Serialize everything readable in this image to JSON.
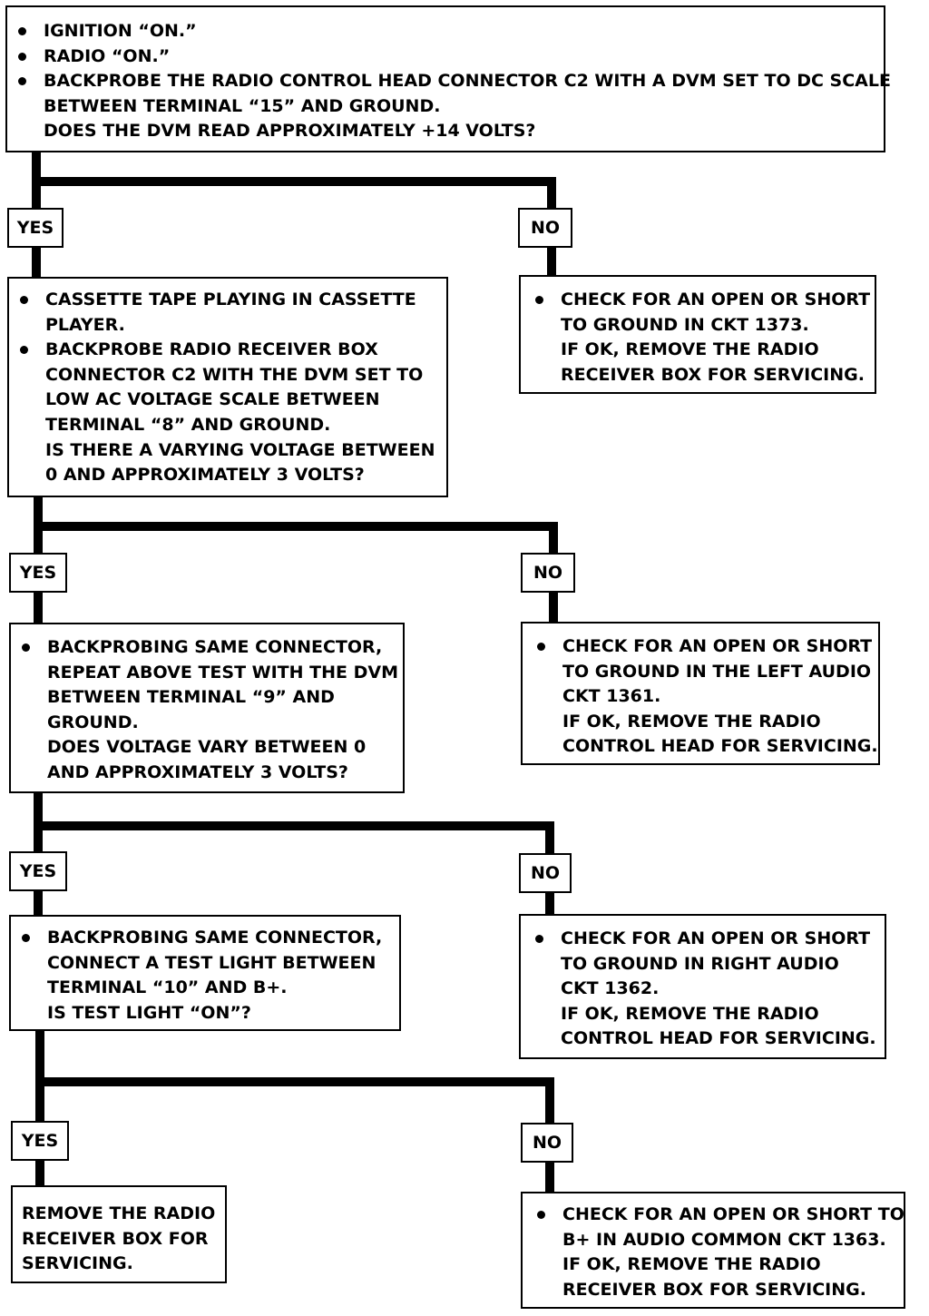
{
  "flowchart": {
    "box1": {
      "lines": [
        {
          "text": "IGNITION “ON.”",
          "bullet": true
        },
        {
          "text": "RADIO “ON.”",
          "bullet": true
        },
        {
          "text": "BACKPROBE THE RADIO CONTROL HEAD CONNECTOR C2 WITH A DVM SET TO DC SCALE",
          "bullet": true
        },
        {
          "text": "BETWEEN TERMINAL “15” AND GROUND.",
          "bullet": false
        },
        {
          "text": "DOES THE DVM READ APPROXIMATELY  +14 VOLTS?",
          "bullet": false
        }
      ]
    },
    "box2": {
      "lines": [
        {
          "text": "CASSETTE TAPE PLAYING IN CASSETTE",
          "bullet": true
        },
        {
          "text": "PLAYER.",
          "bullet": false
        },
        {
          "text": "BACKPROBE RADIO RECEIVER BOX",
          "bullet": true
        },
        {
          "text": "CONNECTOR C2 WITH THE DVM SET TO",
          "bullet": false
        },
        {
          "text": "LOW AC VOLTAGE SCALE BETWEEN",
          "bullet": false
        },
        {
          "text": "TERMINAL “8” AND GROUND.",
          "bullet": false
        },
        {
          "text": "IS THERE A VARYING VOLTAGE BETWEEN",
          "bullet": false
        },
        {
          "text": "0 AND APPROXIMATELY 3 VOLTS?",
          "bullet": false
        }
      ]
    },
    "no1": {
      "lines": [
        {
          "text": "CHECK FOR AN OPEN OR SHORT",
          "bullet": true
        },
        {
          "text": "TO GROUND IN CKT 1373.",
          "bullet": false
        },
        {
          "text": "IF OK, REMOVE THE RADIO",
          "bullet": false
        },
        {
          "text": "RECEIVER BOX FOR SERVICING.",
          "bullet": false
        }
      ]
    },
    "box3": {
      "lines": [
        {
          "text": "BACKPROBING SAME CONNECTOR,",
          "bullet": true
        },
        {
          "text": "REPEAT ABOVE TEST WITH THE DVM",
          "bullet": false
        },
        {
          "text": "BETWEEN TERMINAL “9” AND",
          "bullet": false
        },
        {
          "text": "GROUND.",
          "bullet": false
        },
        {
          "text": "DOES VOLTAGE VARY BETWEEN 0",
          "bullet": false
        },
        {
          "text": "AND APPROXIMATELY 3 VOLTS?",
          "bullet": false
        }
      ]
    },
    "no2": {
      "lines": [
        {
          "text": "CHECK FOR AN OPEN OR SHORT",
          "bullet": true
        },
        {
          "text": "TO GROUND IN THE LEFT AUDIO",
          "bullet": false
        },
        {
          "text": "CKT 1361.",
          "bullet": false
        },
        {
          "text": "IF OK, REMOVE THE RADIO",
          "bullet": false
        },
        {
          "text": "CONTROL HEAD FOR SERVICING.",
          "bullet": false
        }
      ]
    },
    "box4": {
      "lines": [
        {
          "text": "BACKPROBING SAME CONNECTOR,",
          "bullet": true
        },
        {
          "text": "CONNECT A TEST LIGHT BETWEEN",
          "bullet": false
        },
        {
          "text": "TERMINAL “10” AND B+.",
          "bullet": false
        },
        {
          "text": "IS TEST LIGHT “ON”?",
          "bullet": false
        }
      ]
    },
    "no3": {
      "lines": [
        {
          "text": "CHECK FOR AN OPEN OR SHORT",
          "bullet": true
        },
        {
          "text": "TO GROUND IN RIGHT AUDIO",
          "bullet": false
        },
        {
          "text": "CKT 1362.",
          "bullet": false
        },
        {
          "text": "IF OK, REMOVE THE RADIO",
          "bullet": false
        },
        {
          "text": "CONTROL HEAD FOR SERVICING.",
          "bullet": false
        }
      ]
    },
    "yes_final": {
      "lines": [
        {
          "text": "REMOVE THE RADIO",
          "bullet": false
        },
        {
          "text": "RECEIVER BOX FOR",
          "bullet": false
        },
        {
          "text": "SERVICING.",
          "bullet": false
        }
      ]
    },
    "no4": {
      "lines": [
        {
          "text": "CHECK FOR AN OPEN OR SHORT TO",
          "bullet": true
        },
        {
          "text": "B+ IN AUDIO COMMON CKT 1363.",
          "bullet": false
        },
        {
          "text": "IF OK, REMOVE THE RADIO",
          "bullet": false
        },
        {
          "text": "RECEIVER BOX FOR SERVICING.",
          "bullet": false
        }
      ]
    },
    "labels": {
      "yes": "YES",
      "no": "NO"
    }
  }
}
